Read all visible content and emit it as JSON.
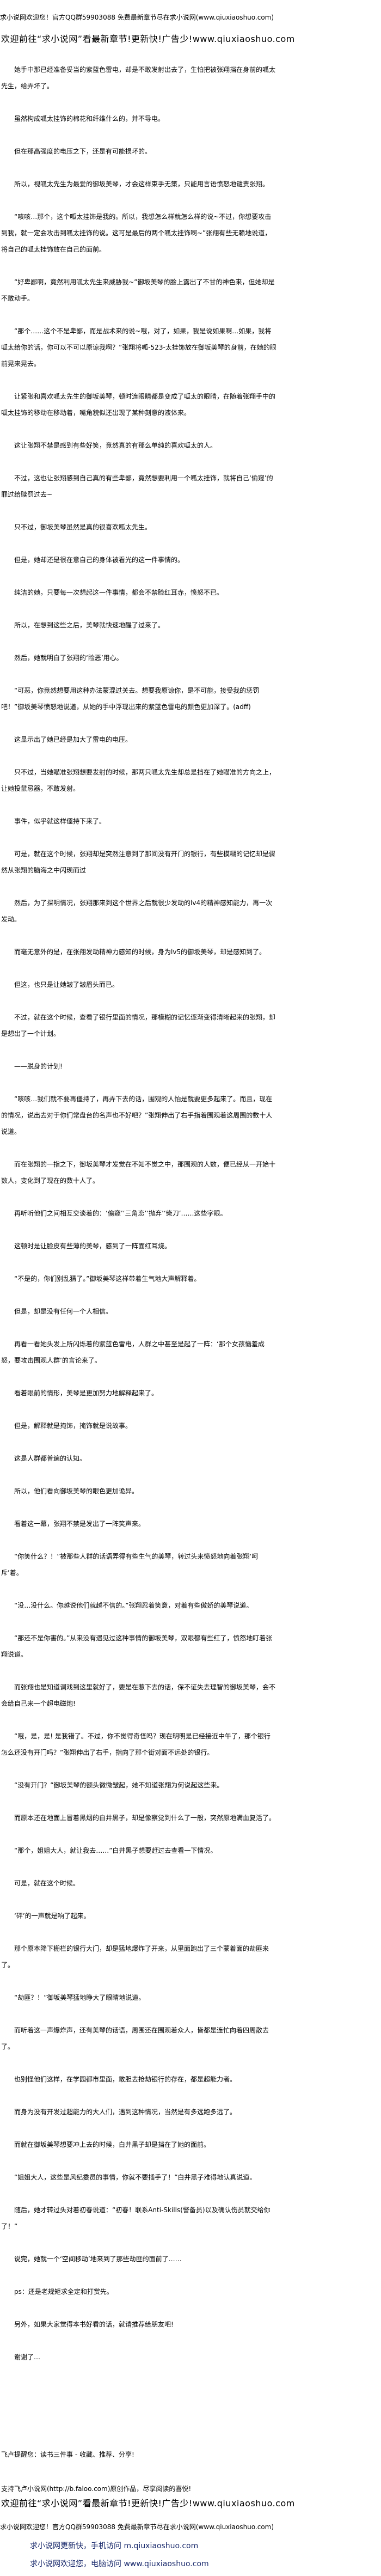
{
  "header": {
    "site_notice": "求小说网欢迎您！官方QQ群59903088 免费最新章节尽在求小说网(www.qiuxiaoshuo.com)",
    "promo": "欢迎前往“求小说网”看最新章节!更新快!广告少!www.qiuxiaoshuo.com"
  },
  "paragraphs": [
    "她手中那已经准备妥当的紫蓝色雷电，却是不敢发射出去了，生怕把被张翔挡在身前的呱太先生，给弄坏了。",
    "虽然构成呱太挂饰的棉花和纤维什么的，并不导电。",
    "但在那高强度的电压之下，还是有可能损坏的。",
    "所以，视呱太先生为最爱的御坂美琴，才会这样束手无策，只能用言语愤怒地谴责张翔。",
    "“咳咳…那个，这个呱太挂饰是我的。所以，我想怎么样就怎么样的说~不过，你想要攻击到我，就一定会攻击到呱太挂饰的说。这可是最后的两个呱太挂饰啊~”张翔有些无赖地说道，将自己的呱太挂饰放在自己的面前。",
    "“好卑鄙啊，竟然利用呱太先生来威胁我~”御坂美琴的脸上露出了不甘的神色来，但她却是不敢动手。",
    "“那个……这个不是卑鄙，而是战术来的说~哦，对了，如果，我是说如果啊…如果，我将呱太给你的话，你可以不可以原谅我啊？”张翔将呱-523-太挂饰放在御坂美琴的身前，在她的眼前晃来晃去。",
    "让紧张和喜欢呱太先生的御坂美琴，顿时连眼睛都是变成了呱太的眼睛，在随着张翔手中的呱太挂饰的移动在移动着，嘴角貌似还出现了某种刻意的液体来。",
    "这让张翔不禁是感到有些好笑，竟然真的有那么单纯的喜欢呱太的人。",
    "不过，这也让张翔感到自己真的有些卑鄙，竟然想要利用一个呱太挂饰，就将自己‘偷窥’的罪过给赎罚过去~",
    "只不过，御坂美琴虽然是真的很喜欢呱太先生。",
    "但是，她却还是很在意自己的身体被看光的这一件事情的。",
    "纯洁的她，只要每一次想起这一件事情，都会不禁脸红耳赤，愤怒不已。",
    "所以，在想到这些之后，美琴就快速地醒了过来了。",
    "然后，她就明白了张翔的‘险恶’用心。",
    "“可恶，你竟然想要用这种办法蒙混过关去。想要我原谅你，是不可能，接受我的惩罚吧！”御坂美琴愤怒地说道，从她的手中浮现出来的紫蓝色雷电的颜色更加深了。(adff)",
    "这显示出了她已经是加大了雷电的电压。",
    "只不过，当她瞄准张翔想要发射的时候，那两只呱太先生却总是挡在了她瞄准的方向之上，让她投鼠忌器，不敢发射。",
    "事件，似乎就这样僵持下来了。",
    "可是，就在这个时候，张翔却是突然注意到了那间没有开门的银行，有些模糊的记忆却是骤然从张翔的脑海之中闪现而过",
    "然后，为了探明情况，张翔那来到这个世界之后就很少发动的lv4的精神感知能力，再一次发动。",
    "而毫无意外的是，在张翔发动精神力感知的时候，身为lv5的御坂美琴，却是感知到了。",
    "但这，也只是让她皱了皱眉头而已。",
    "不过，就在这个时候，查看了银行里面的情况，那模糊的记忆逐渐变得清晰起来的张翔，却是想出了一个计划。",
    "——脱身的计划!",
    "“咳咳…我们就不要再僵持了，再弄下去的话，围观的人怕是就要更多起来了。而且，现在的情况，说出去对于你们常盘台的名声也不好吧？”张翔伸出了右手指着围观着这周围的数十人说道。",
    "而在张翔的一指之下，御坂美琴才发觉在不知不觉之中，那围观的人数，便已经从一开始十数人，变化到了现在的数十人了。",
    "再听听他们之间相互交谈着的：‘偷窥’‘三角恋’‘抛弃’‘柴刀’……这些字眼。",
    "这顿时是让脸皮有些薄的美琴，感到了一阵面红耳烧。",
    "“不是的，你们别乱猜了。”御坂美琴这样带着生气地大声解释着。",
    "但是，却是没有任何一个人相信。",
    "再看一看她头发上所闪烁着的紫蓝色雷电，人群之中甚至是起了一阵：‘那个女孩恼羞成怒，要攻击围观人群’的言论来了。",
    "看着眼前的情形，美琴是更加努力地解释起来了。",
    "但是，解释就是掩饰，掩饰就是说故事。",
    "这是人群都普遍的认知。",
    "所以，他们看向御坂美琴的眼色更加诡异。",
    "看着这一幕，张翔不禁是发出了一阵笑声来。",
    "“你笑什么？！”被那些人群的话语弄得有些生气的美琴，转过头来愤怒地向着张翔‘呵斥’着。",
    "“没…没什么。你越说他们就越不信的。”张翔忍着笑意，对着有些傲娇的美琴说道。",
    "“那还不是你害的。”从来没有遇见过这种事情的御坂美琴，双眼都有些红了，愤怒地盯着张翔说道。",
    "而张翔也是知道调戏到这里就好了，要是在惹下去的话，保不证失去理智的御坂美琴，会不会给自己来一个超电磁炮!",
    "“哦，是，是! 是我错了。不过，你不觉得奇怪吗？现在明明是已经接近中午了，那个银行怎么还没有开门吗？”张翔伸出了右手，指向了那个街对面不远处的银行。",
    "“没有开门？”御坂美琴的额头微微皱起，她不知道张翔为何说起这些来。",
    "而原本还在地面上冒着黑烟的白井黑子，却是像察觉到什么了一般，突然原地满血复活了。",
    "“那个，姐姐大人，就让我去……”白井黑子想要赶过去查看一下情况。",
    "可是，就在这个时候。",
    "‘砰’的一声就是响了起来。",
    "那个原本降下栅栏的银行大门，却是猛地爆炸了开来，从里面跑出了三个蒙着面的劫匪来了。",
    "“劫匪？！”御坂美琴猛地睁大了眼睛地说道。",
    "而听着这一声爆炸声，还有美琴的话语，周围还在围观着众人，皆都是连忙向着四周散去了。",
    "也别怪他们这样，在学园都市里面，敢胆去抢劫银行的存在，都是超能力者。",
    "而身为没有开发过超能力的大人们，遇到这种情况，当然是有多远跑多远了。",
    "而就在御坂美琴想要冲上去的时候，白井黑子却是挡在了她的面前。",
    "“姐姐大人，这些是风纪委员的事情，你就不要插手了！”白井黑子难得地认真说道。",
    "随后，她才转过头对着初春说道：“初春！联系Anti-Skills(警备员)以及确认伤员就交给你了！”",
    "说完，她就一个‘空间移动’地来到了那些劫匪的面前了……",
    "ps：还是老规矩求全定和打赏先。",
    "另外，如果大家觉得本书好看的话，就请推荐给朋友吧!",
    "谢谢了…"
  ],
  "footer": {
    "reminder": "飞卢提醒您：读书三件事 - 收藏、推荐、分享!",
    "support": "支持飞卢小说网(http://b.faloo.com)原创作品，尽享阅读的喜悦!",
    "promo": "欢迎前往“求小说网”看最新章节!更新快!广告少!www.qiuxiaoshuo.com",
    "site_notice": "求小说网欢迎您！官方QQ群59903088 免费最新章节尽在求小说网(www.qiuxiaoshuo.com)",
    "mobile": "求小说网更新快，手机访问 m.qiuxiaoshuo.com",
    "desktop": "求小说网欢迎您，电脑访问 www.qiuxiaoshuo.com"
  },
  "colors": {
    "text": "#000000",
    "footer_link": "#1c2c6e"
  }
}
